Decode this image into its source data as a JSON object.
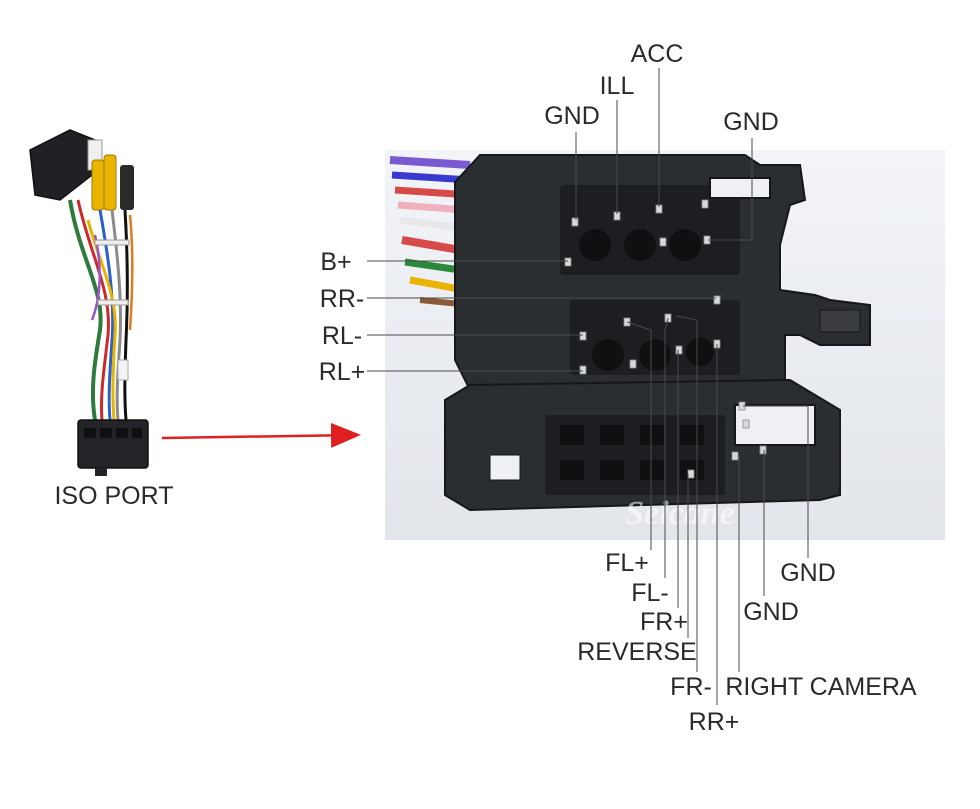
{
  "photo_panel": {
    "watermark": "Seicane"
  },
  "harness": {
    "caption": "ISO PORT"
  },
  "pin_labels": {
    "top": {
      "gnd_left": "GND",
      "ill": "ILL",
      "acc": "ACC",
      "gnd_right": "GND"
    },
    "left": {
      "b_plus": "B+",
      "rr_minus": "RR-",
      "rl_minus": "RL-",
      "rl_plus": "RL+"
    },
    "bottom": {
      "fl_plus": "FL+",
      "fl_minus": "FL-",
      "fr_plus": "FR+",
      "reverse": "REVERSE",
      "fr_minus": "FR-",
      "rr_plus": "RR+",
      "right_camera": "RIGHT CAMERA",
      "gnd_1": "GND",
      "gnd_2": "GND"
    }
  },
  "colors": {
    "arrow": "#e02020",
    "housing": "#2b2e31",
    "photo_background": "#eef0f4"
  }
}
